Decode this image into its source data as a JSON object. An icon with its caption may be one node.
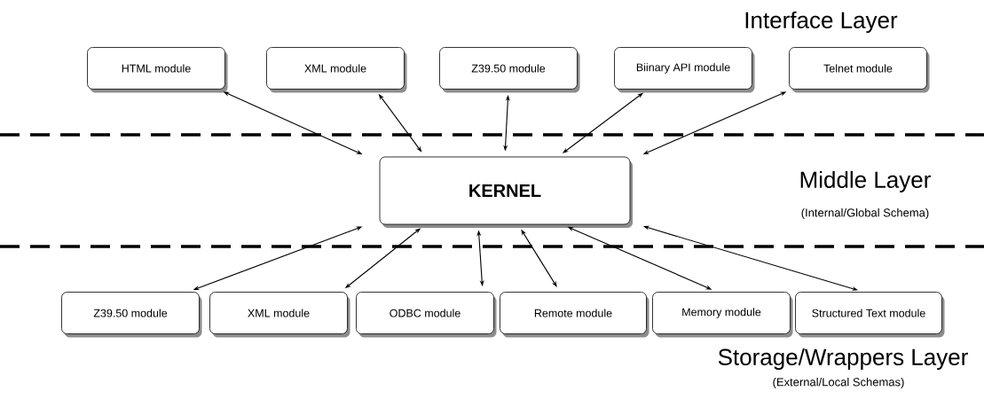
{
  "diagram": {
    "nodes": [
      {
        "text": [
          "HTML module"
        ]
      },
      {
        "text": [
          "XML module"
        ]
      },
      {
        "text": [
          "Z39.50 module"
        ]
      },
      {
        "text": [
          "Biinary API module"
        ]
      },
      {
        "text": [
          "Telnet module"
        ]
      },
      {
        "text": [
          "KERNEL"
        ]
      },
      {
        "text": [
          "Z39.50 module"
        ]
      },
      {
        "text": [
          "XML module"
        ]
      },
      {
        "text": [
          "ODBC  module"
        ]
      },
      {
        "text": [
          "Remote module"
        ]
      },
      {
        "text": [
          "Memory module"
        ]
      },
      {
        "text": [
          "Structured Text module"
        ]
      }
    ],
    "edges": [
      {
        "from": 0,
        "to": 5,
        "arrow": "both"
      },
      {
        "from": 1,
        "to": 5,
        "arrow": "both"
      },
      {
        "from": 2,
        "to": 5,
        "arrow": "both"
      },
      {
        "from": 3,
        "to": 5,
        "arrow": "both"
      },
      {
        "from": 4,
        "to": 5,
        "arrow": "both"
      },
      {
        "from": 5,
        "to": 6,
        "arrow": "both"
      },
      {
        "from": 5,
        "to": 7,
        "arrow": "both"
      },
      {
        "from": 5,
        "to": 8,
        "arrow": "both"
      },
      {
        "from": 5,
        "to": 9,
        "arrow": "both"
      },
      {
        "from": 5,
        "to": 10,
        "arrow": "both"
      },
      {
        "from": 5,
        "to": 11,
        "arrow": "both"
      }
    ],
    "labels": [
      "Interface Layer",
      "Middle Layer",
      "(Internal/Global Schema)",
      "Storage/Wrappers Layer",
      "(External/Local Schemas)"
    ]
  }
}
